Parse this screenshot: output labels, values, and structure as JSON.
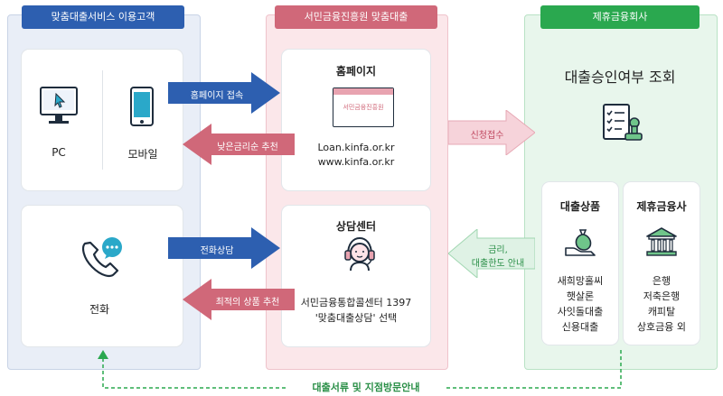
{
  "customers": {
    "header": "맞춤대출서비스 이용고객",
    "pc": "PC",
    "mobile": "모바일",
    "phone": "전화"
  },
  "kinfa": {
    "header": "서민금융진흥원 맞춤대출",
    "homepage": {
      "title": "홈페이지",
      "logo_text": "서민금융진흥원",
      "url1": "Loan.kinfa.or.kr",
      "url2": "www.kinfa.or.kr"
    },
    "center": {
      "title": "상담센터",
      "line1": "서민금융통합콜센터 1397",
      "line2": "'맞춤대출상담' 선택"
    }
  },
  "partners": {
    "header": "제휴금융회사",
    "title": "대출승인여부 조회",
    "products": {
      "title": "대출상품",
      "items": [
        "새희망홀씨",
        "햇살론",
        "사잇돌대출",
        "신용대출"
      ]
    },
    "companies": {
      "title": "제휴금융사",
      "items": [
        "은행",
        "저축은행",
        "캐피탈",
        "상호금융 외"
      ]
    }
  },
  "arrows": {
    "homepage_access": "홈페이지 접속",
    "low_rate": "낮은금리순 추천",
    "phone_consult": "전화상담",
    "best_product": "최적의 상품 추천",
    "apply": "신청접수",
    "rate_limit_line1": "금리,",
    "rate_limit_line2": "대출한도 안내",
    "bottom": "대출서류 및 지점방문안내"
  },
  "colors": {
    "blue": "#2d5fb0",
    "pink": "#d06879",
    "green": "#2aa84f"
  }
}
